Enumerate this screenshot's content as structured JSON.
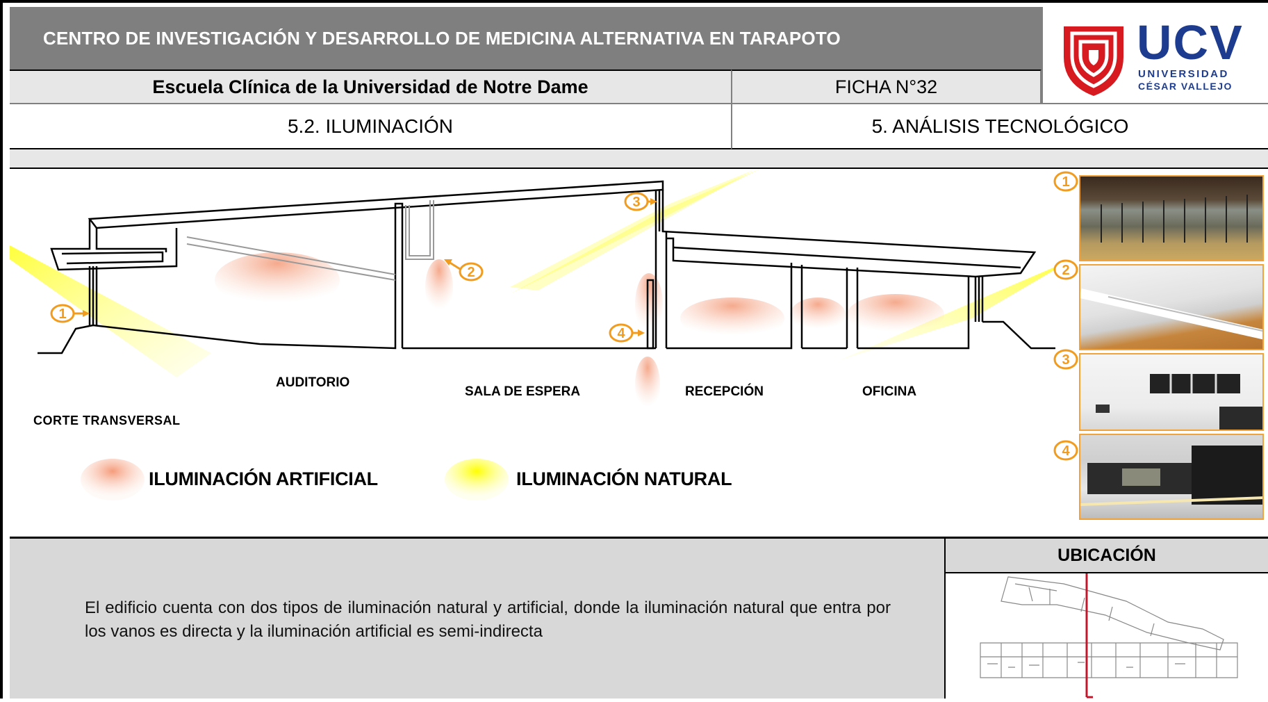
{
  "header": {
    "title": "CENTRO DE INVESTIGACIÓN Y DESARROLLO DE MEDICINA ALTERNATIVA EN TARAPOTO",
    "subject": "Escuela Clínica de la Universidad de Notre Dame",
    "sheet": "FICHA N°32",
    "section": "5.2. ILUMINACIÓN",
    "chapter": "5. ANÁLISIS TECNOLÓGICO"
  },
  "logo": {
    "acronym": "UCV",
    "line1": "UNIVERSIDAD",
    "line2": "CÉSAR VALLEJO",
    "color": "#d71920",
    "text_color": "#1d3c8f"
  },
  "section_drawing": {
    "title": "CORTE TRANSVERSAL",
    "rooms": [
      "AUDITORIO",
      "SALA DE ESPERA",
      "RECEPCIÓN",
      "OFICINA"
    ],
    "markers": [
      "1",
      "2",
      "3",
      "4"
    ]
  },
  "legend": {
    "artificial": "ILUMINACIÓN ARTIFICIAL",
    "natural": "ILUMINACIÓN NATURAL",
    "artificial_color": "#f7a380",
    "natural_color": "#ffff33"
  },
  "photos": [
    "1",
    "2",
    "3",
    "4"
  ],
  "description": "El edificio cuenta con dos tipos de iluminación natural y artificial, donde la iluminación natural que entra por los vanos es directa y la iluminación artificial es semi-indirecta",
  "location": {
    "title": "UBICACIÓN"
  },
  "colors": {
    "marker": "#f29c1f",
    "header_gray": "#7f7f7f",
    "row_gray": "#e7e7e7",
    "panel_gray": "#d8d8d8"
  }
}
